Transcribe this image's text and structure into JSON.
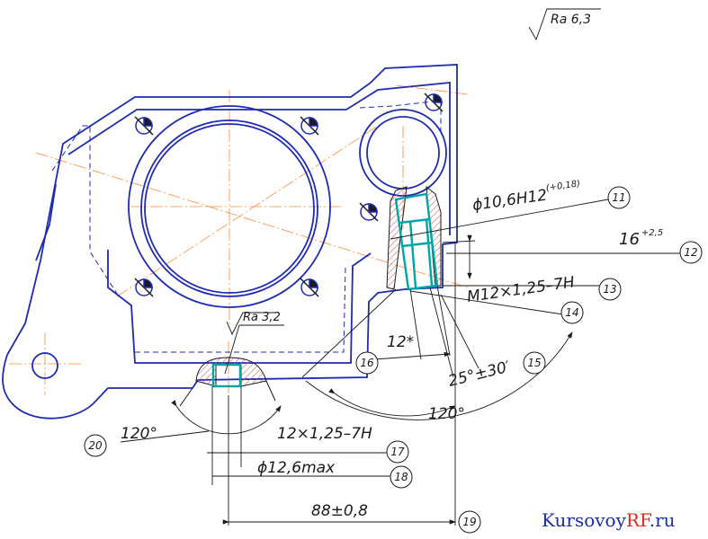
{
  "roughness_general": "Ra 6,3",
  "roughness_local": "Ra 3,2",
  "callouts": [
    {
      "id": "c11",
      "num": "11",
      "text": "ϕ10,6H12",
      "sup": "(+0,18)"
    },
    {
      "id": "c12",
      "num": "12",
      "text": "16",
      "sup": "+2,5"
    },
    {
      "id": "c13",
      "num": "13",
      "text": "M12×1,25–7H"
    },
    {
      "id": "c14",
      "num": "14",
      "text": ""
    },
    {
      "id": "c15",
      "num": "15",
      "text": "25°±30′"
    },
    {
      "id": "c16",
      "num": "16",
      "text": "12*"
    },
    {
      "id": "c17",
      "num": "17",
      "text": "12×1,25–7H"
    },
    {
      "id": "c18",
      "num": "18",
      "text": "ϕ12,6max"
    },
    {
      "id": "c19",
      "num": "19",
      "text": "88±0,8"
    },
    {
      "id": "c20",
      "num": "20",
      "text": "120°"
    }
  ],
  "angle_center": "120°",
  "watermark": {
    "part1": "Kursovoy",
    "part2": "RF",
    "part3": ".ru"
  },
  "colors": {
    "outline": "#1f2bb0",
    "axis": "#ff8c3a",
    "dim": "#1a1a1a",
    "thread": "#00a6a6",
    "hatch": "#c56a6a"
  }
}
